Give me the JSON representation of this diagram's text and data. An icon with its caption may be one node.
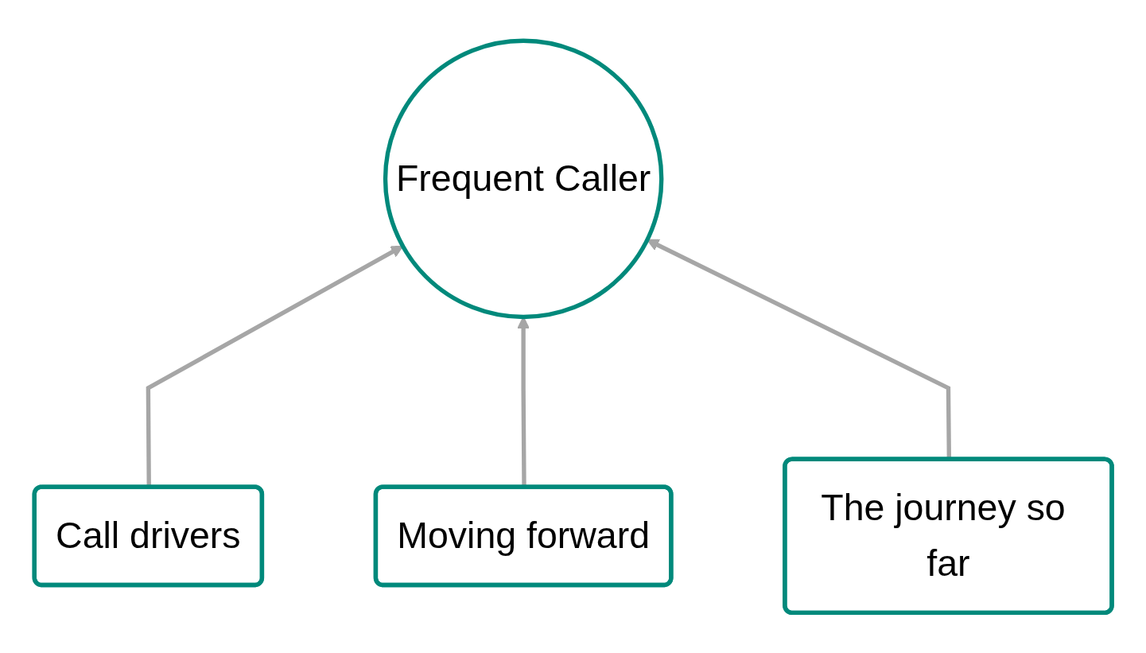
{
  "diagram": {
    "nodes": [
      {
        "text": [
          "Frequent Caller"
        ]
      },
      {
        "text": [
          "Call drivers"
        ]
      },
      {
        "text": [
          "Moving forward"
        ]
      },
      {
        "text": [
          "The journey so far"
        ]
      }
    ],
    "edges": [
      {
        "from": 1,
        "to": 0,
        "arrow": "to"
      },
      {
        "from": 2,
        "to": 0,
        "arrow": "to"
      },
      {
        "from": 3,
        "to": 0,
        "arrow": "to"
      }
    ]
  }
}
